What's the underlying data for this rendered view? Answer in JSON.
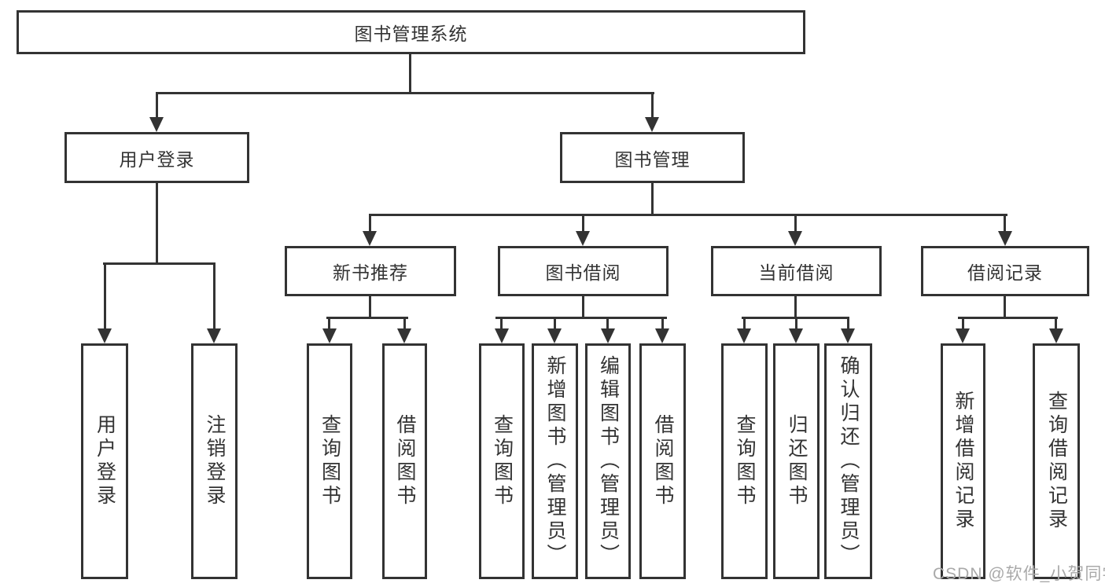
{
  "colors": {
    "line": "#333333",
    "text": "#333333",
    "background": "#ffffff",
    "watermark": "#a9a9a9"
  },
  "nodes": {
    "root": {
      "label": "图书管理系统"
    },
    "user_login": {
      "label": "用户登录"
    },
    "book_mgmt": {
      "label": "图书管理"
    },
    "new_book_rec": {
      "label": "新书推荐"
    },
    "book_borrow": {
      "label": "图书借阅"
    },
    "current_borrow": {
      "label": "当前借阅"
    },
    "borrow_history": {
      "label": "借阅记录"
    },
    "login_user": {
      "label": "用户登录"
    },
    "login_logout": {
      "label": "注销登录"
    },
    "rec_query": {
      "label": "查询图书"
    },
    "rec_borrow": {
      "label": "借阅图书"
    },
    "borrow_query": {
      "label": "查询图书"
    },
    "borrow_add": {
      "label": "新增图书（管理员）"
    },
    "borrow_edit": {
      "label": "编辑图书（管理员）"
    },
    "borrow_borrow": {
      "label": "借阅图书"
    },
    "cur_query": {
      "label": "查询图书"
    },
    "cur_return": {
      "label": "归还图书"
    },
    "cur_confirm": {
      "label": "确认归还（管理员）"
    },
    "hist_add": {
      "label": "新增借阅记录"
    },
    "hist_query": {
      "label": "查询借阅记录"
    }
  },
  "hierarchy": {
    "图书管理系统": [
      "用户登录",
      "图书管理"
    ],
    "用户登录": [
      "用户登录",
      "注销登录"
    ],
    "图书管理": [
      "新书推荐",
      "图书借阅",
      "当前借阅",
      "借阅记录"
    ],
    "新书推荐": [
      "查询图书",
      "借阅图书"
    ],
    "图书借阅": [
      "查询图书",
      "新增图书（管理员）",
      "编辑图书（管理员）",
      "借阅图书"
    ],
    "当前借阅": [
      "查询图书",
      "归还图书",
      "确认归还（管理员）"
    ],
    "借阅记录": [
      "新增借阅记录",
      "查询借阅记录"
    ]
  },
  "watermark": {
    "text": "CSDN @软件_小贺同学"
  }
}
